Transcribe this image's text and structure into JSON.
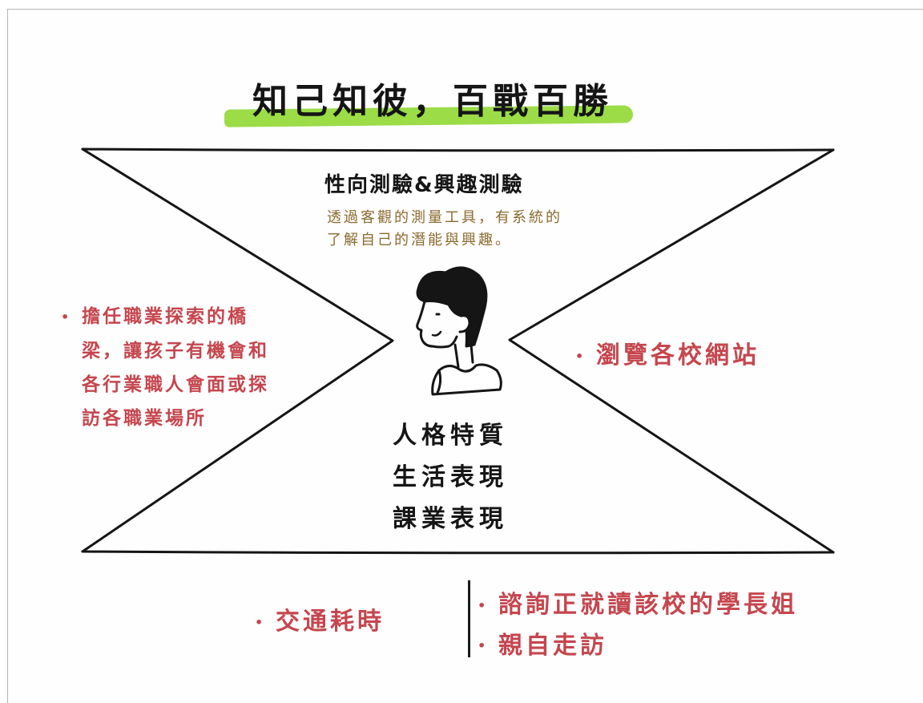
{
  "title": "知己知彼，百戰百勝",
  "center": {
    "heading": "性向測驗&興趣測驗",
    "description_lines": [
      "透過客觀的測量工具，有系統的",
      "了解自己的潛能與興趣。"
    ],
    "traits": [
      "人格特質",
      "生活表現",
      "課業表現"
    ]
  },
  "left": {
    "bullet": "•",
    "lines": [
      "擔任職業探索的橋",
      "梁，讓孩子有機會和",
      "各行業職人會面或探",
      "訪各職業場所"
    ]
  },
  "right": {
    "bullet": "•",
    "text": "瀏覽各校網站"
  },
  "bottom_left": {
    "bullet": "•",
    "text": "交通耗時"
  },
  "bottom_right": {
    "items": [
      {
        "bullet": "•",
        "text": "諮詢正就讀該校的學長姐"
      },
      {
        "bullet": "•",
        "text": "親自走訪"
      }
    ]
  },
  "colors": {
    "highlight": "#9bdc47",
    "red_text": "#c5464e",
    "olive_text": "#8a6a2e",
    "ink": "#151515"
  },
  "icon": "person-profile-icon"
}
